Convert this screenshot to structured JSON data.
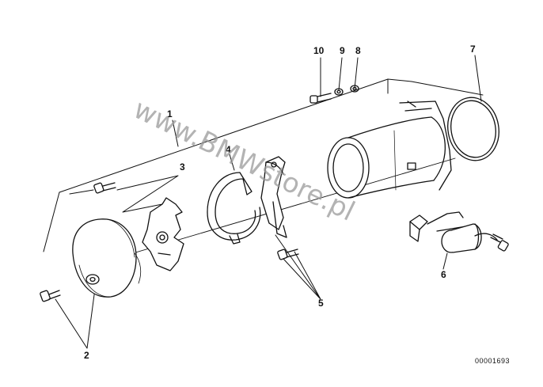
{
  "diagram": {
    "callouts": [
      "1",
      "2",
      "3",
      "4",
      "5",
      "6",
      "7",
      "8",
      "9",
      "10"
    ],
    "drawing_number": "00001693",
    "watermark": "www.BMWstore.pl"
  },
  "colors": {
    "line": "#111111",
    "watermark": "#9a9a9a"
  }
}
